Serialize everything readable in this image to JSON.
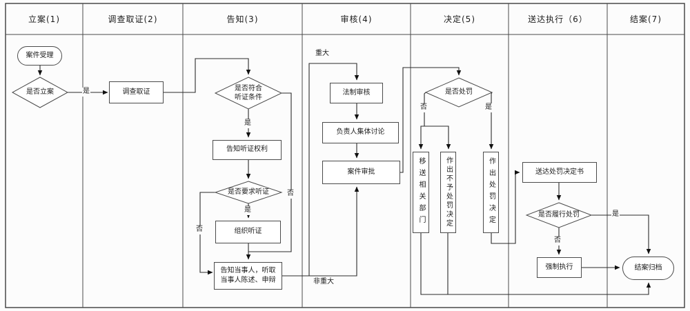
{
  "lanes": [
    {
      "label": "立案(1)"
    },
    {
      "label": "调查取证(2)"
    },
    {
      "label": "告知(3)"
    },
    {
      "label": "审核(4)"
    },
    {
      "label": "决定(5)"
    },
    {
      "label": "送达执行（6）"
    },
    {
      "label": "结案(7)"
    }
  ],
  "nodes": {
    "case_accept": "案件受理",
    "decide_file": "是否立案",
    "investigate": "调查取证",
    "hearing_cond": "是否符合听证条件",
    "notify_hearing_right": "告知听证权利",
    "hearing_request": "是否要求听证",
    "organize_hearing": "组织听证",
    "notify_party": "告知当事人，听取当事人陈述、申辩",
    "legal_review": "法制审核",
    "collective_discussion": "负责人集体讨论",
    "case_approval": "案件审批",
    "punish_decide": "是否处罚",
    "transfer_dept": "移送相关部门",
    "no_punish_decision": "作出不予处罚决定",
    "punish_decision": "作出处罚决定",
    "deliver_decision": "送达处罚决定书",
    "fulfill_decide": "是否履行处罚",
    "enforce": "强制执行",
    "close_archive": "结案归档"
  },
  "edge_labels": {
    "yes": "是",
    "no": "否",
    "major": "重大",
    "non_major": "非重大"
  },
  "colors": {
    "line": "#2a2a2a",
    "border": "#4a4a4a",
    "background": "#fcfcfc"
  }
}
